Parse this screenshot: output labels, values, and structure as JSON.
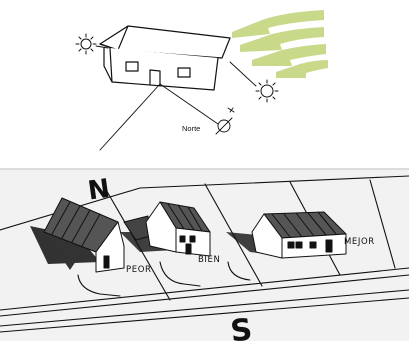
{
  "labels": {
    "norte": "Norte",
    "peor": "PEOR",
    "bien": "BIEN",
    "mejor": "MEJOR",
    "north_letter": "N",
    "south_letter": "S"
  },
  "colors": {
    "wind": "#c9d98a",
    "ink": "#111111",
    "paper_tone": "#f2f2f2"
  }
}
